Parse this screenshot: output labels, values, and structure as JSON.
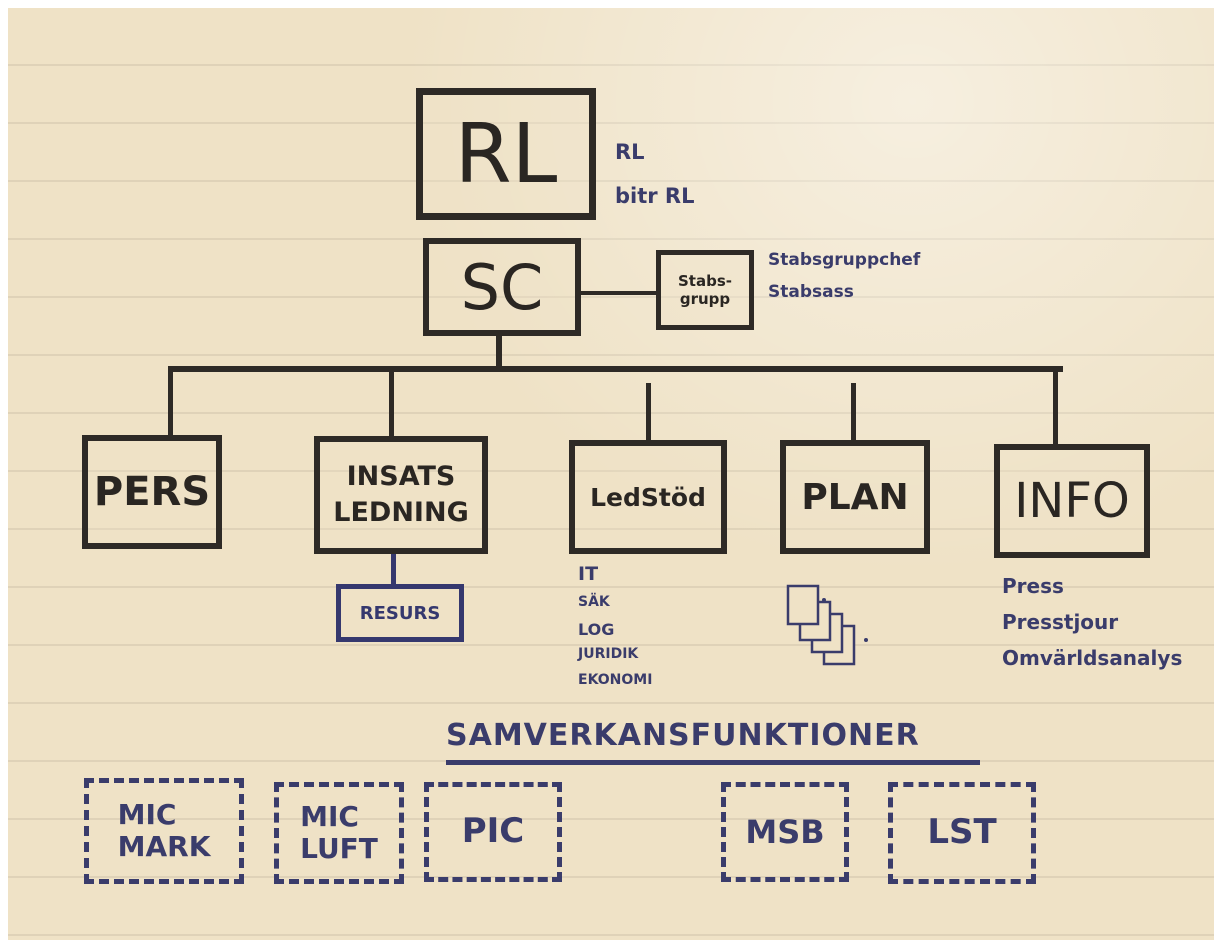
{
  "top": {
    "label": "RL",
    "notes": [
      "RL",
      "bitr RL"
    ]
  },
  "sc": {
    "label": "SC"
  },
  "staff": {
    "label_line1": "Stabs-",
    "label_line2": "grupp",
    "notes": [
      "Stabsgruppchef",
      "Stabsass"
    ]
  },
  "units": [
    {
      "label": "PERS"
    },
    {
      "label": "INSATS\nLEDNING"
    },
    {
      "label": "LedStöd"
    },
    {
      "label": "PLAN"
    },
    {
      "label": "INFO"
    }
  ],
  "resurs": {
    "label": "RESURS"
  },
  "ledstod_notes": [
    "IT",
    "SÄK",
    "LOG",
    "JURIDIK",
    "EKONOMI"
  ],
  "info_notes": [
    "Press",
    "Presstjour",
    "Omvärldsanalys"
  ],
  "cooperation": {
    "title": "SAMVERKANSFUNKTIONER",
    "boxes": [
      "MIC\nMARK",
      "MIC\nLUFT",
      "PIC",
      "MSB",
      "LST"
    ]
  },
  "colors": {
    "paper": "#efe2c6",
    "ink_black": "#2e2a26",
    "ink_blue": "#3a3c6b"
  }
}
